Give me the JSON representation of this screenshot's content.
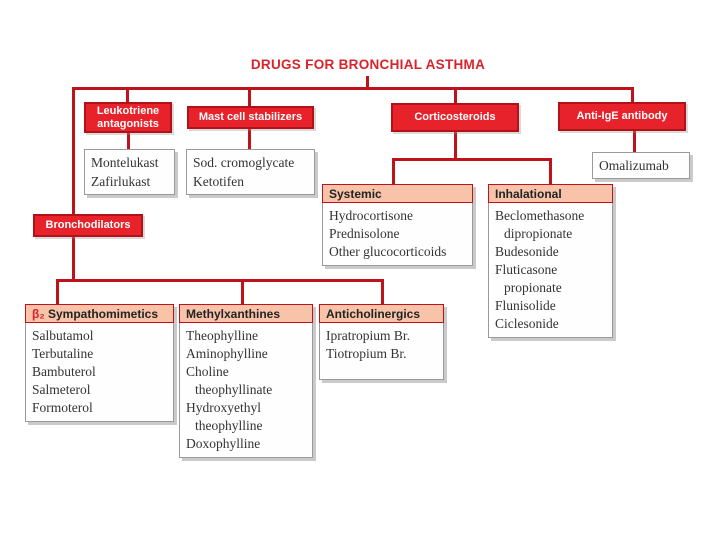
{
  "title": "DRUGS FOR BRONCHIAL ASTHMA",
  "colors": {
    "box_red": "#e8222b",
    "box_red_border": "#b01218",
    "connector_red": "#c0121a",
    "title_red": "#d8232a",
    "subheader_salmon": "#f8c3a9",
    "white_box_border": "#9a9a9a",
    "drug_text": "#333333"
  },
  "categories": {
    "leukotriene": {
      "label": "Leukotriene antagonists"
    },
    "mast": {
      "label": "Mast cell stabilizers"
    },
    "corticosteroids": {
      "label": "Corticosteroids"
    },
    "anti_ige": {
      "label": "Anti-IgE antibody"
    },
    "bronchodilators": {
      "label": "Bronchodilators"
    }
  },
  "lists": {
    "leukotriene_drugs": {
      "items": [
        "Montelukast",
        "Zafirlukast"
      ]
    },
    "mast_drugs": {
      "items": [
        "Sod. cromoglycate",
        "Ketotifen"
      ]
    },
    "anti_ige_drugs": {
      "items": [
        "Omalizumab"
      ]
    },
    "systemic": {
      "header": "Systemic",
      "items": [
        "Hydrocortisone",
        "Prednisolone",
        "Other glucocorticoids"
      ]
    },
    "inhalational": {
      "header": "Inhalational",
      "items": [
        "Beclomethasone",
        {
          "t": "dipropionate",
          "indent": true
        },
        "Budesonide",
        "Fluticasone",
        {
          "t": "propionate",
          "indent": true
        },
        "Flunisolide",
        "Ciclesonide"
      ]
    },
    "beta2": {
      "header_prefix": "β₂",
      "header": "Sympathomimetics",
      "items": [
        "Salbutamol",
        "Terbutaline",
        "Bambuterol",
        "Salmeterol",
        "Formoterol"
      ]
    },
    "methylxanthines": {
      "header": "Methylxanthines",
      "items": [
        "Theophylline",
        "Aminophylline",
        "Choline",
        {
          "t": "theophyllinate",
          "indent": true
        },
        "Hydroxyethyl",
        {
          "t": "theophylline",
          "indent": true
        },
        "Doxophylline"
      ]
    },
    "anticholinergics": {
      "header": "Anticholinergics",
      "items": [
        "Ipratropium Br.",
        "Tiotropium Br."
      ]
    }
  }
}
